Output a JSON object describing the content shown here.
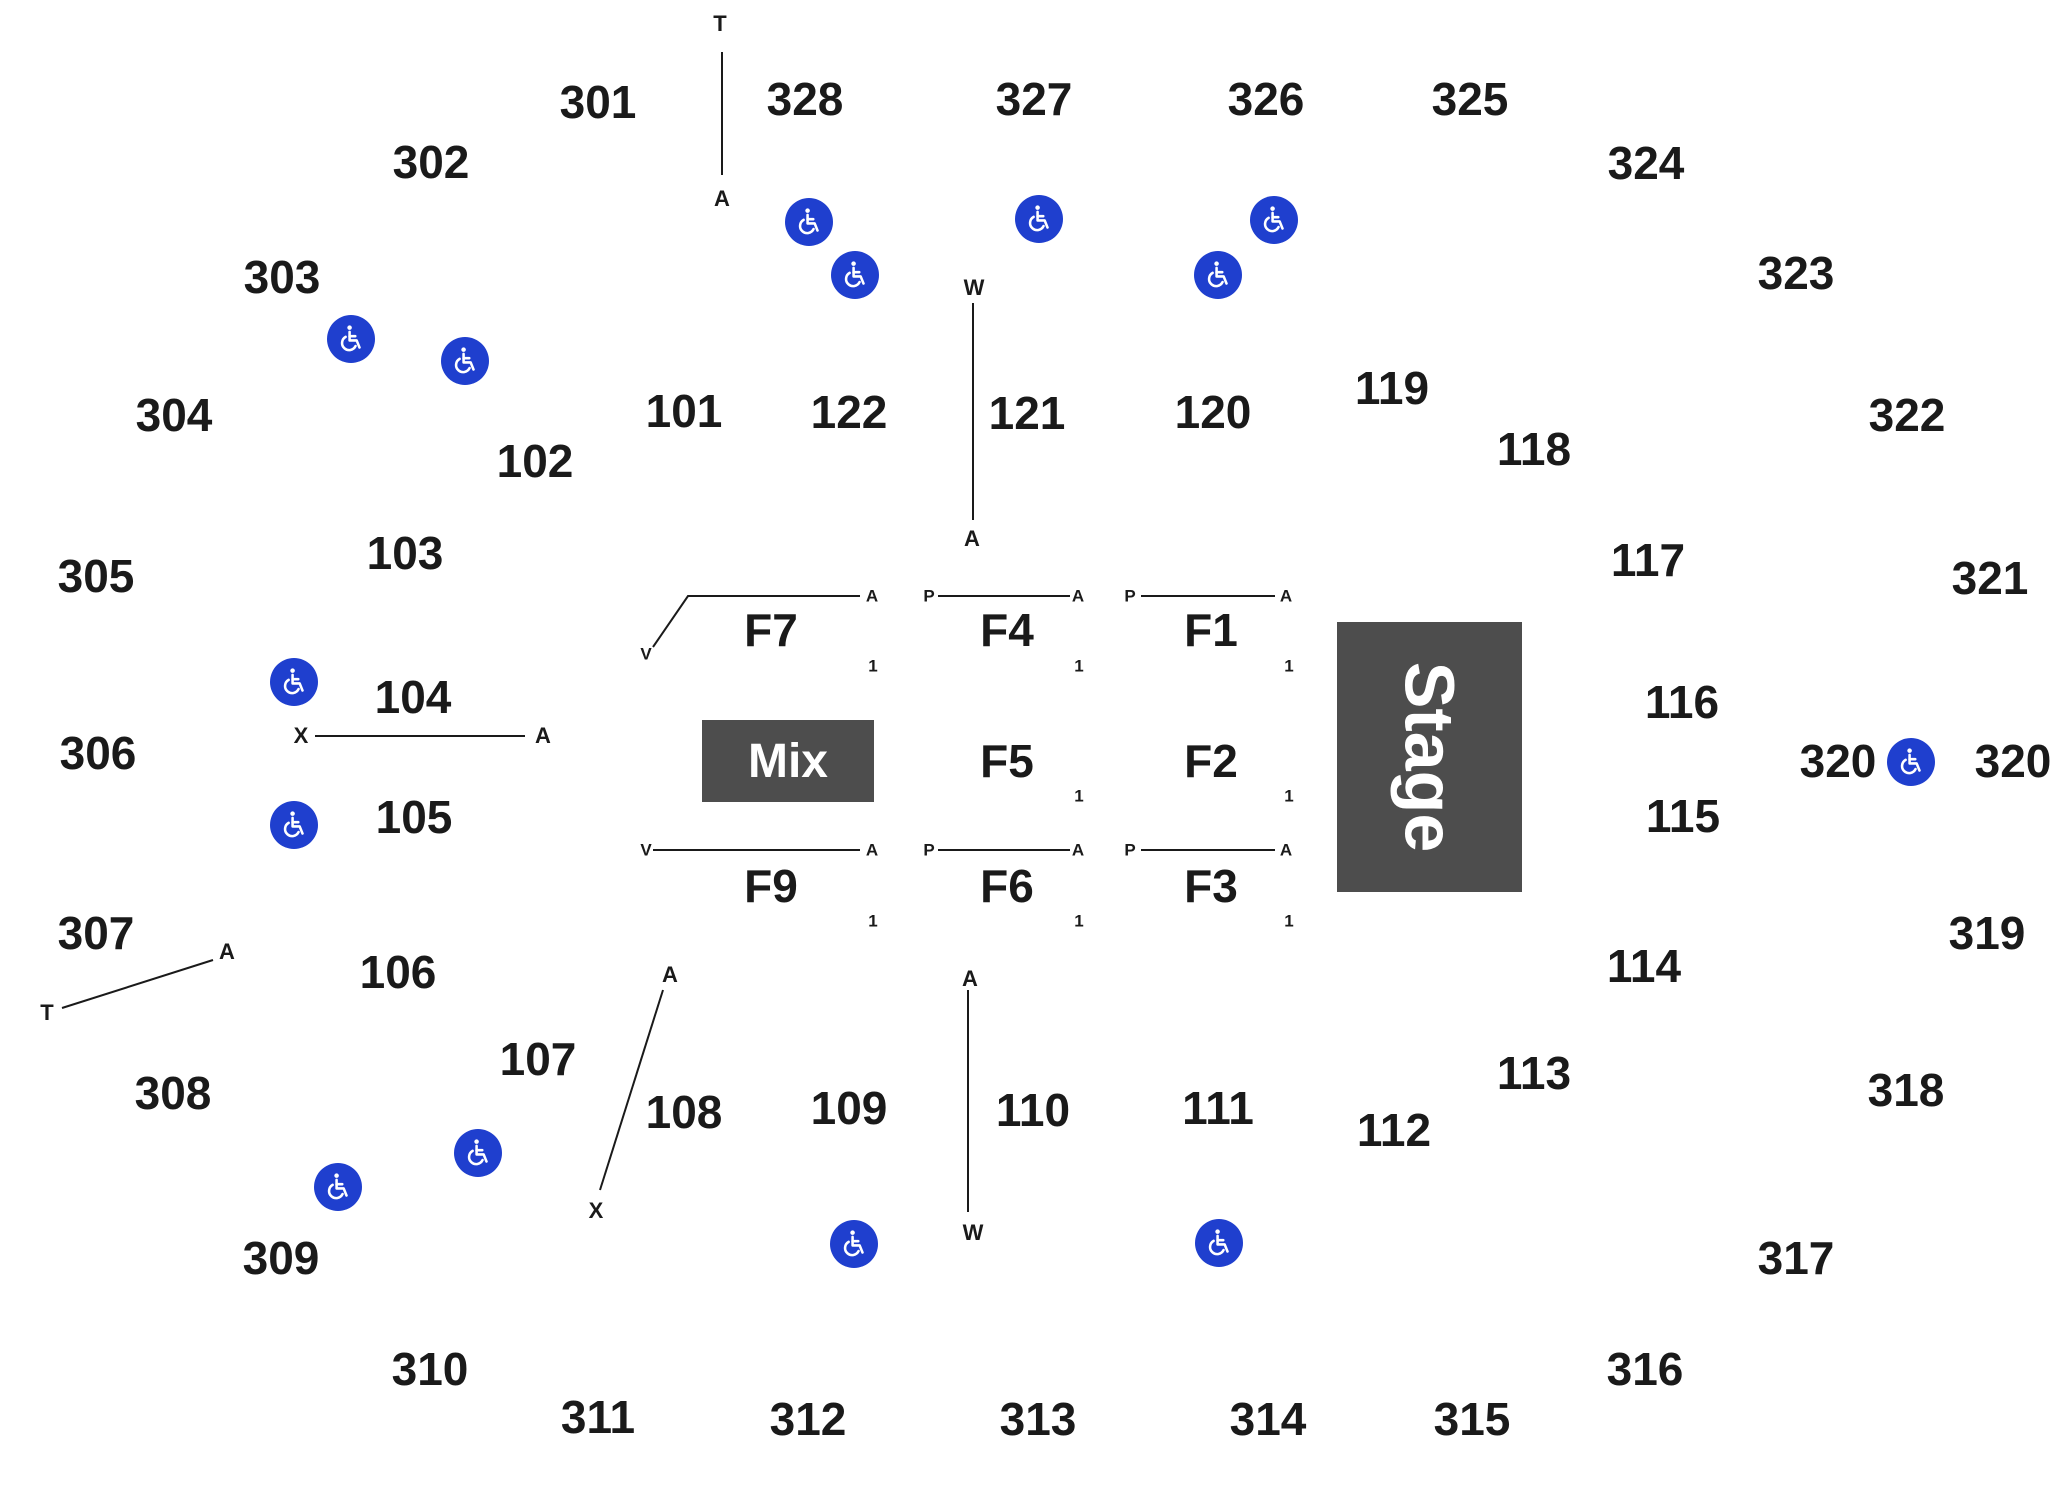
{
  "sections": {
    "s301": "301",
    "s302": "302",
    "s303": "303",
    "s304": "304",
    "s305": "305",
    "s306": "306",
    "s307": "307",
    "s308": "308",
    "s309": "309",
    "s310": "310",
    "s311": "311",
    "s312": "312",
    "s313": "313",
    "s314": "314",
    "s315": "315",
    "s316": "316",
    "s317": "317",
    "s318": "318",
    "s319": "319",
    "s320a": "320",
    "s320b": "320",
    "s321": "321",
    "s322": "322",
    "s323": "323",
    "s324": "324",
    "s325": "325",
    "s326": "326",
    "s327": "327",
    "s328": "328",
    "s101": "101",
    "s102": "102",
    "s103": "103",
    "s104": "104",
    "s105": "105",
    "s106": "106",
    "s107": "107",
    "s108": "108",
    "s109": "109",
    "s110": "110",
    "s111": "111",
    "s112": "112",
    "s113": "113",
    "s114": "114",
    "s115": "115",
    "s116": "116",
    "s117": "117",
    "s118": "118",
    "s119": "119",
    "s120": "120",
    "s121": "121",
    "s122": "122",
    "f1": "F1",
    "f2": "F2",
    "f3": "F3",
    "f4": "F4",
    "f5": "F5",
    "f6": "F6",
    "f7": "F7",
    "f9": "F9"
  },
  "rows": {
    "t": "T",
    "a": "A",
    "w": "W",
    "x": "X",
    "v": "V",
    "p": "P",
    "one": "1"
  },
  "blocks": {
    "mix": "Mix",
    "stage": "Stage"
  },
  "icon": "wheelchair-accessible-icon",
  "colors": {
    "accessible": "#1f3fce",
    "block": "#4d4d4d",
    "text": "#1a1a1a"
  }
}
